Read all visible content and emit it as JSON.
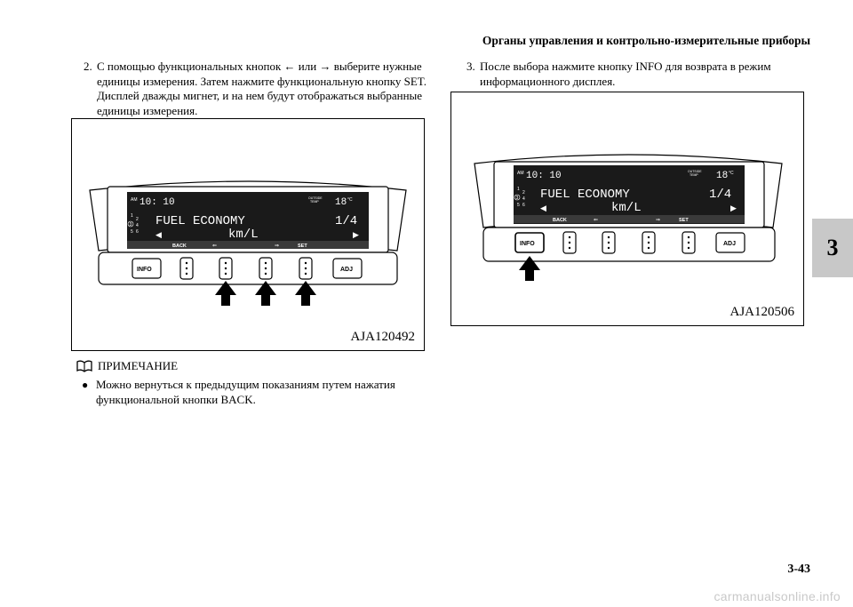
{
  "header": {
    "section_title": "Органы управления и контрольно-измерительные приборы"
  },
  "chapter_tab": "3",
  "step2": {
    "number": "2.",
    "text": "С помощью функциональных кнопок ← или → выберите нужные единицы измерения. Затем нажмите функциональную кнопку SET. Дисплей дважды мигнет, и на нем будут отображаться выбранные единицы измерения."
  },
  "step3": {
    "number": "3.",
    "text": "После выбора нажмите кнопку INFO для возврата в режим информационного дисплея."
  },
  "display": {
    "am": "AM",
    "clock": "10: 10",
    "outside_temp": "OUTSIDE\nTEMP",
    "temp": "18",
    "temp_unit": "°C",
    "gear_top": "1",
    "gears_mid": "2",
    "gear_circle": "3",
    "gears_right": "4",
    "gear_5": "5",
    "gear_6": "6",
    "title": "FUEL ECONOMY",
    "page": "1/4",
    "unit": "km/L",
    "left_arrow": "◀",
    "right_arrow": "▶",
    "soft_back": "BACK",
    "soft_left": "⇐",
    "soft_right": "⇒",
    "soft_set": "SET",
    "btn_info": "INFO",
    "btn_adj": "ADJ"
  },
  "figures": {
    "fig1_code": "AJA120492",
    "fig2_code": "AJA120506"
  },
  "note": {
    "heading": "ПРИМЕЧАНИЕ",
    "bullet": "●",
    "text": "Можно вернуться к предыдущим показаниям путем нажатия функциональной кнопки BACK."
  },
  "page_number": "3-43",
  "watermark": "carmanualsonline.info",
  "colors": {
    "chapter_tab": "#c8c8c8",
    "lcd": "#1a1a1a",
    "panel": "#ffffff",
    "watermark": "#c9c9c9"
  }
}
